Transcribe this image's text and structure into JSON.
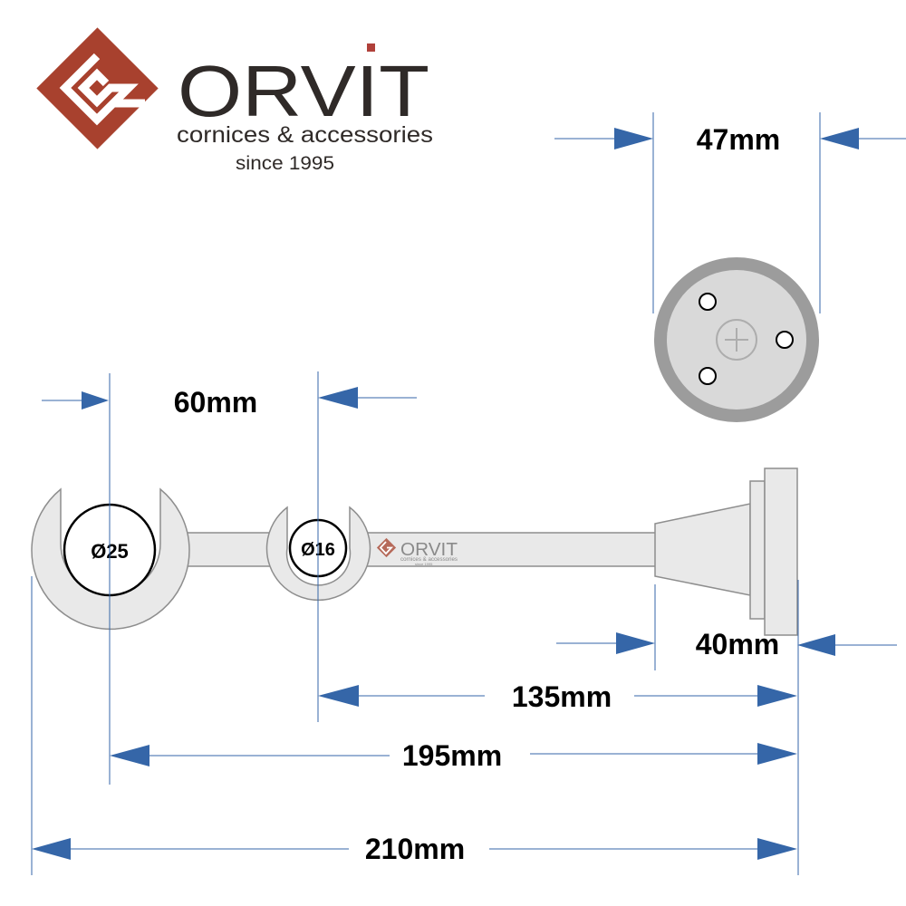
{
  "brand": {
    "name": "ORVIT",
    "tagline": "cornices & accessories",
    "since": "since 1995",
    "colors": {
      "logo": "#A8412E",
      "text": "#2F2A28",
      "accent": "#B0403A"
    }
  },
  "watermark": {
    "name": "ORVIT",
    "tagline": "cornices & accessories",
    "since": "since 1995"
  },
  "dimensions": {
    "flange_diameter": "47mm",
    "ring_spacing": "60mm",
    "base_depth": "40mm",
    "small_ring_to_wall": "135mm",
    "large_ring_to_wall": "195mm",
    "overall_length": "210mm"
  },
  "rings": {
    "large": "Ø25",
    "small": "Ø16"
  },
  "colors": {
    "arrow": "#3566A8",
    "metal_fill": "#E9E9E9",
    "metal_stroke": "#8E8E8E",
    "flange_outer": "#9C9C9C",
    "flange_inner": "#D9D9D9"
  }
}
